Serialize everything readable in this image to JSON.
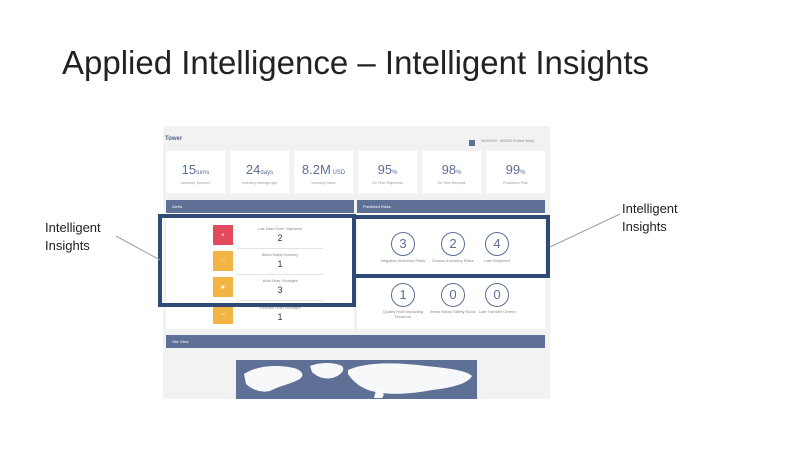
{
  "slide": {
    "title": "Applied Intelligence – Intelligent Insights"
  },
  "dashboard": {
    "title": "Tower",
    "date_range": "04/16/2019 - 05/25/2019 (Next Week)",
    "kpis": [
      {
        "value": "15",
        "unit": "turns",
        "label": "Inventory Turnover"
      },
      {
        "value": "24",
        "unit": "days",
        "label": "Inventory Average age"
      },
      {
        "value": "8.2M",
        "unit": " USD",
        "label": "Inventory Value"
      },
      {
        "value": "95",
        "unit": "%",
        "label": "On Time Shipments"
      },
      {
        "value": "98",
        "unit": "%",
        "label": "On Time Receipts"
      },
      {
        "value": "99",
        "unit": "%",
        "label": "Production Plan"
      }
    ],
    "alerts_title": "Alerts",
    "alerts": [
      {
        "icon": "ill",
        "label": "Late Sales Order Shipments",
        "count": "2",
        "color": "#e34a5e"
      },
      {
        "icon": "",
        "label": "Below Safety Inventory",
        "count": "1",
        "color": "#f3b446"
      },
      {
        "icon": "",
        "label": "Work Order Shortages",
        "count": "3",
        "color": "#f3b446"
      },
      {
        "icon": "",
        "label": "Purchase Order Shortages",
        "count": "1",
        "color": "#f3b446"
      }
    ],
    "predicted_title": "Predicted Risks",
    "risks": [
      {
        "count": "3",
        "label": "Negative Inventory Risks"
      },
      {
        "count": "2",
        "label": "Excess Inventory Risks"
      },
      {
        "count": "4",
        "label": "Late Shipment"
      },
      {
        "count": "1",
        "label": "Quality Hold Impacting Revenue"
      },
      {
        "count": "0",
        "label": "Items Below Safety Stock"
      },
      {
        "count": "0",
        "label": "Late Transfer Orders"
      }
    ],
    "site_view_title": "Site View"
  },
  "callouts": {
    "left": "Intelligent\nInsights",
    "right": "Intelligent\nInsights"
  },
  "colors": {
    "header_bar": "#5f7097",
    "highlight": "#2f4a75",
    "accent": "#5b6f95",
    "alert_red": "#e34a5e",
    "alert_orange": "#f3b446"
  }
}
